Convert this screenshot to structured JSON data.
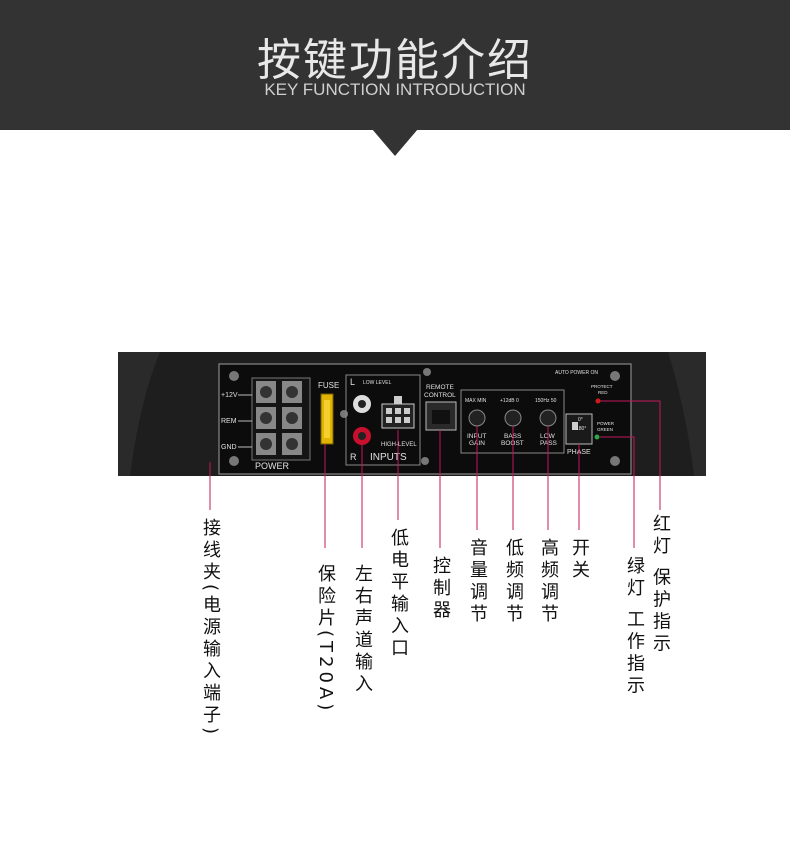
{
  "header": {
    "title": "按键功能介绍",
    "subtitle": "KEY FUNCTION INTRODUCTION"
  },
  "panel": {
    "plus12v": "+12V",
    "rem": "REM",
    "gnd": "GND",
    "power": "POWER",
    "fuse": "FUSE",
    "l": "L",
    "low_level": "LOW LEVEL",
    "r": "R",
    "high_level": "HIGH-LEVEL",
    "inputs": "INPUTS",
    "remote_line1": "REMOTE",
    "remote_line2": "CONTROL",
    "gain_range": "MAX MIN",
    "gain_line1": "INPUT",
    "gain_line2": "GAIN",
    "bass_range": "+12dB 0",
    "bass_line1": "BASS",
    "bass_line2": "BOOST",
    "lp_range": "150Hz 50",
    "lp_line1": "LOW",
    "lp_line2": "PASS",
    "auto_power": "AUTO POWER ON",
    "protect_line1": "PROTECT",
    "protect_line2": "RED",
    "power_led_line1": "POWER",
    "power_led_line2": "GREEN",
    "phase": "PHASE",
    "phase_0": "0°",
    "phase_180": "180°"
  },
  "labels": {
    "terminal": "接线夹(电源输入端子)",
    "fuse": "保险片(T20A)",
    "lr_input": "左右声道输入",
    "low_level_input": "低电平输入口",
    "controller": "控制器",
    "volume": "音量调节",
    "low_freq": "低频调节",
    "high_freq": "高频调节",
    "switch": "开关",
    "green_led": "绿灯 工作指示",
    "red_led": "红灯 保护指示"
  },
  "colors": {
    "header_bg": "#333333",
    "leader_line": "#c2185b",
    "panel_body": "#1c1c1c"
  }
}
